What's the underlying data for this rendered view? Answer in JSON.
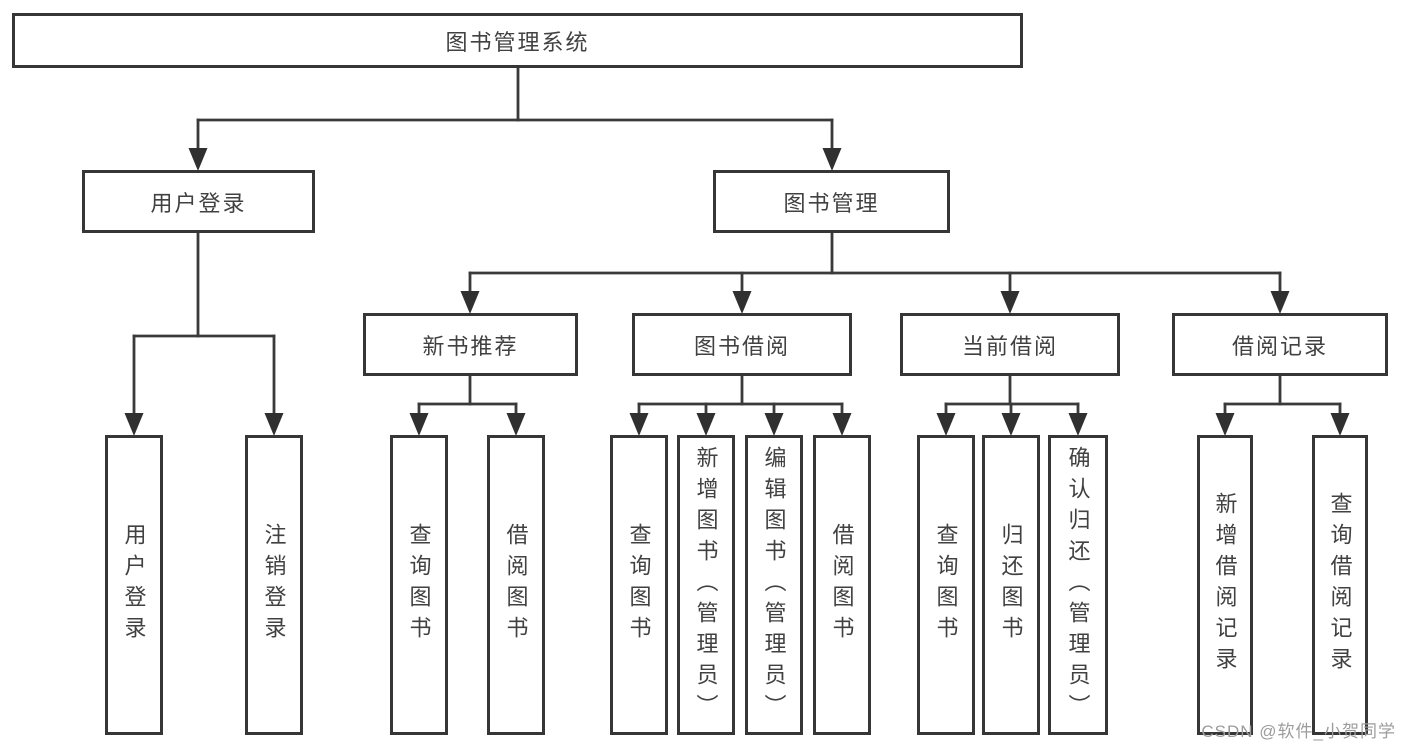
{
  "diagram": {
    "root": {
      "label": "图书管理系统"
    },
    "branches": [
      {
        "label": "用户登录",
        "leaves": [
          {
            "label": "用户登录"
          },
          {
            "label": "注销登录"
          }
        ]
      },
      {
        "label": "图书管理",
        "sections": [
          {
            "label": "新书推荐",
            "leaves": [
              {
                "label": "查询图书"
              },
              {
                "label": "借阅图书"
              }
            ]
          },
          {
            "label": "图书借阅",
            "leaves": [
              {
                "label": "查询图书"
              },
              {
                "label": "新增图书（管理员）"
              },
              {
                "label": "编辑图书（管理员）"
              },
              {
                "label": "借阅图书"
              }
            ]
          },
          {
            "label": "当前借阅",
            "leaves": [
              {
                "label": "查询图书"
              },
              {
                "label": "归还图书"
              },
              {
                "label": "确认归还（管理员）"
              }
            ]
          },
          {
            "label": "借阅记录",
            "leaves": [
              {
                "label": "新增借阅记录"
              },
              {
                "label": "查询借阅记录"
              }
            ]
          }
        ]
      }
    ]
  },
  "watermark": {
    "text": "CSDN @软件_小贺同学"
  },
  "colors": {
    "background": "#ffffff",
    "box_border": "#363636",
    "line": "#3a3a3a",
    "arrow": "#303030",
    "text": "#414141",
    "watermark": "#9c9c9c"
  }
}
